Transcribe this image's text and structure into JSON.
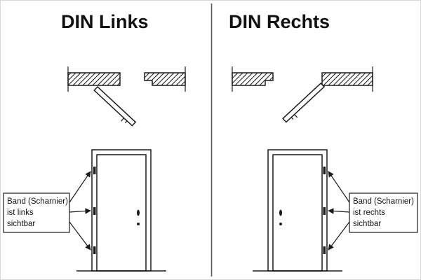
{
  "left": {
    "title": "DIN Links",
    "label": {
      "line1": "Band (Scharnier)",
      "line2": "ist links",
      "line3": "sichtbar"
    }
  },
  "right": {
    "title": "DIN Rechts",
    "label": {
      "line1": "Band (Scharnier)",
      "line2": "ist rechts",
      "line3": "sichtbar"
    }
  }
}
